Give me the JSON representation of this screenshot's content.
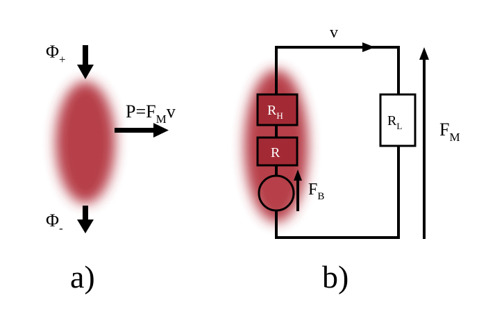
{
  "colors": {
    "background": "#ffffff",
    "ink": "#000000",
    "blob": "#b3343f",
    "resistor_fill": "#a32a35",
    "label_on_resistor": "#ffffff"
  },
  "panel_a": {
    "flux_in_symbol": "Φ",
    "flux_in_sub": "+",
    "flux_out_symbol": "Φ",
    "flux_out_sub": "-",
    "power_prefix": "P=F",
    "power_sub": "M",
    "power_suffix": "v",
    "caption": "a)"
  },
  "panel_b": {
    "velocity_label": "v",
    "rh_main": "R",
    "rh_sub": "H",
    "r_label": "R",
    "fb_main": "F",
    "fb_sub": "B",
    "rl_main": "R",
    "rl_sub": "L",
    "fm_main": "F",
    "fm_sub": "M",
    "caption": "b)"
  }
}
